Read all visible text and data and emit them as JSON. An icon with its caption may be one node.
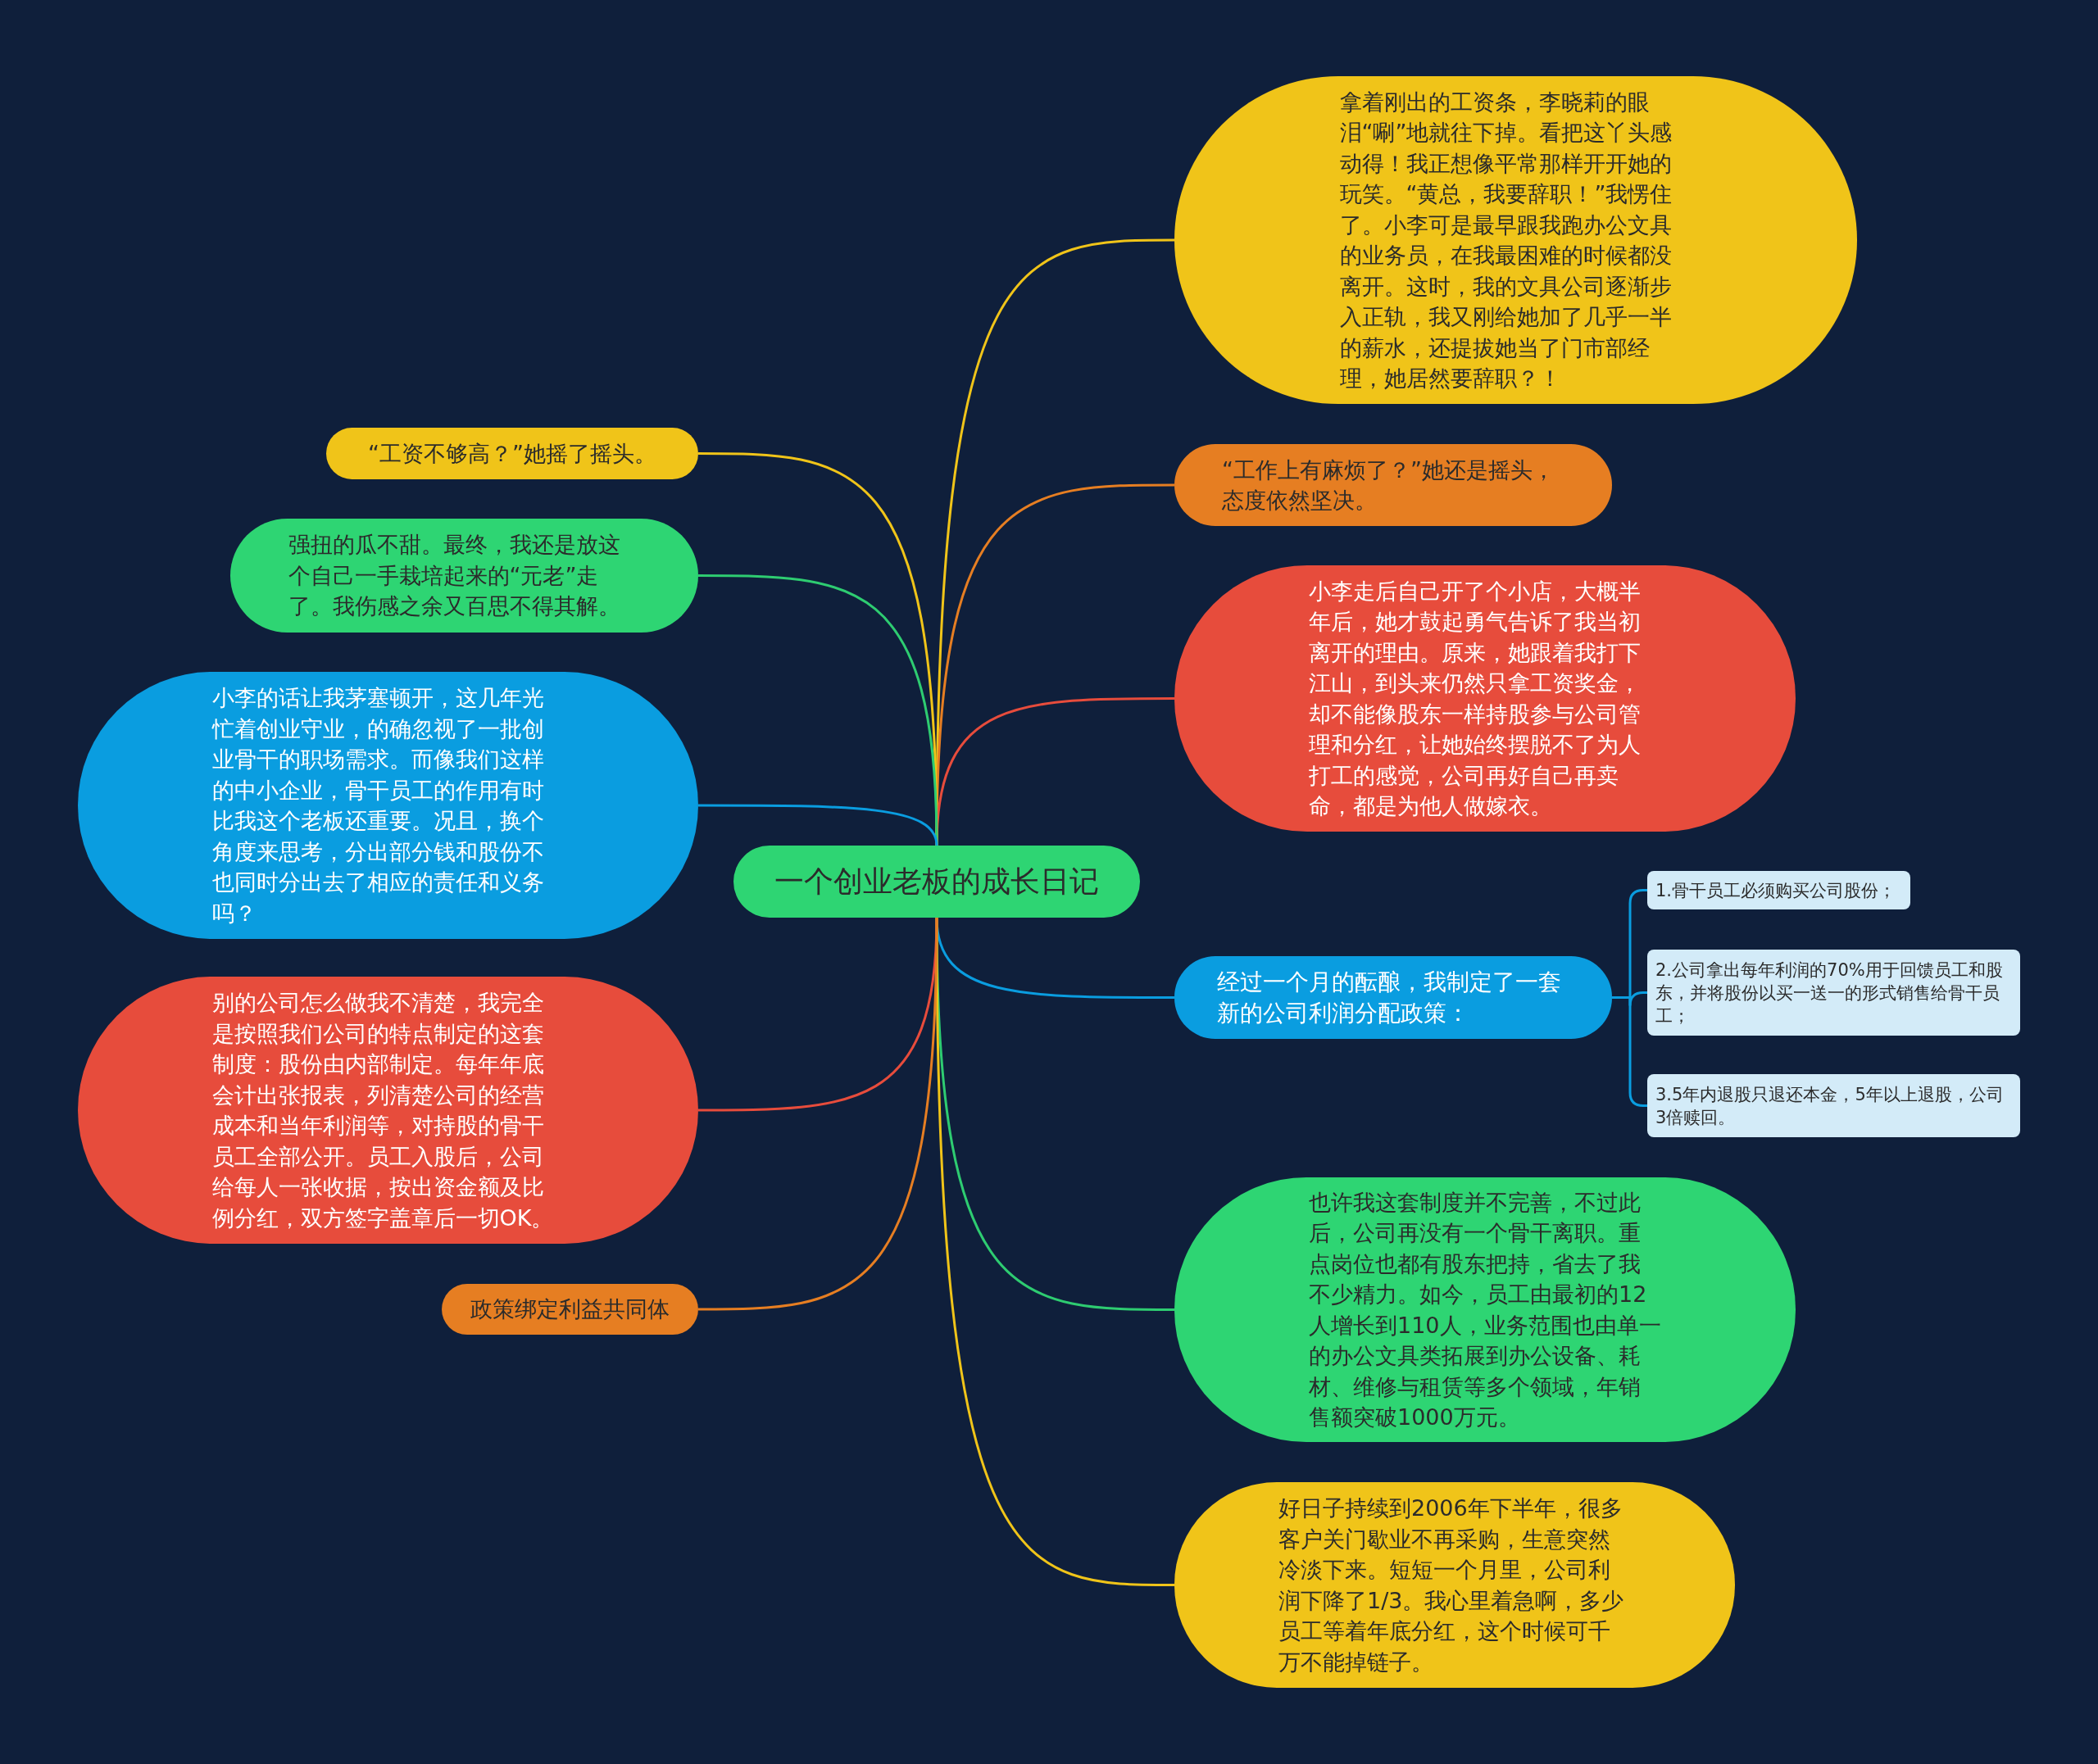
{
  "diagram": {
    "nodes": [
      {
        "text": [
          "一个创业老板的成长日记"
        ]
      },
      {
        "text": [
          "拿着刚出的工资条，李晓莉的眼泪“唰”地就往下掉。看把这丫头感动得！我正想像平常那样开开她的玩笑。“黄总，我要辞职！”我愣住了。小李可是最早跟我跑办公文具的业务员，在我最困难的时候都没离开。这时，我的文具公司逐渐步入正轨，我又刚给她加了几乎一半的薪水，还提拔她当了门市部经理，她居然要辞职？！"
        ]
      },
      {
        "text": [
          "“工作上有麻烦了？”她还是摇头，态度依然坚决。"
        ]
      },
      {
        "text": [
          "小李走后自己开了个小店，大概半年后，她才鼓起勇气告诉了我当初离开的理由。原来，她跟着我打下江山，到头来仍然只拿工资奖金，却不能像股东一样持股参与公司管理和分红，让她始终摆脱不了为人打工的感觉，公司再好自己再卖命，都是为他人做嫁衣。"
        ]
      },
      {
        "text": [
          "经过一个月的酝酿，我制定了一套新的公司利润分配政策："
        ]
      },
      {
        "text": [
          "1.骨干员工必须购买公司股份；"
        ]
      },
      {
        "text": [
          "2.公司拿出每年利润的70%用于回馈员工和股东，并将股份以买一送一的形式销售给骨干员工；"
        ]
      },
      {
        "text": [
          "3.5年内退股只退还本金，5年以上退股，公司3倍赎回。"
        ]
      },
      {
        "text": [
          "也许我这套制度并不完善，不过此后，公司再没有一个骨干离职。重点岗位也都有股东把持，省去了我不少精力。如今，员工由最初的12人增长到110人，业务范围也由单一的办公文具类拓展到办公设备、耗材、维修与租赁等多个领域，年销售额突破1000万元。"
        ]
      },
      {
        "text": [
          "好日子持续到2006年下半年，很多客户关门歇业不再采购，生意突然冷淡下来。短短一个月里，公司利润下降了1/3。我心里着急啊，多少员工等着年底分红，这个时候可千万不能掉链子。"
        ]
      },
      {
        "text": [
          "“工资不够高？”她摇了摇头。"
        ]
      },
      {
        "text": [
          "强扭的瓜不甜。最终，我还是放这个自己一手栽培起来的“元老”走了。我伤感之余又百思不得其解。"
        ]
      },
      {
        "text": [
          "小李的话让我茅塞顿开，这几年光忙着创业守业，的确忽视了一批创业骨干的职场需求。而像我们这样的中小企业，骨干员工的作用有时比我这个老板还重要。况且，换个角度来思考，分出部分钱和股份不也同时分出去了相应的责任和义务吗？"
        ]
      },
      {
        "text": [
          "别的公司怎么做我不清楚，我完全是按照我们公司的特点制定的这套制度：股份由内部制定。每年年底会计出张报表，列清楚公司的经营成本和当年利润等，对持股的骨干员工全部公开。员工入股后，公司给每人一张收据，按出资金额及比例分红，双方签字盖章后一切OK。"
        ]
      },
      {
        "text": [
          "政策绑定利益共同体"
        ]
      }
    ],
    "edges": [
      {
        "from": 0,
        "to": 1,
        "arrow": "none",
        "color": "#f0c419"
      },
      {
        "from": 0,
        "to": 2,
        "arrow": "none",
        "color": "#e67e22"
      },
      {
        "from": 0,
        "to": 3,
        "arrow": "none",
        "color": "#e74c3c"
      },
      {
        "from": 0,
        "to": 4,
        "arrow": "none"
      },
      {
        "from": 4,
        "to": 5,
        "arrow": "none"
      },
      {
        "from": 4,
        "to": 6,
        "arrow": "none"
      },
      {
        "from": 4,
        "to": 7,
        "arrow": "none"
      },
      {
        "from": 0,
        "to": 8,
        "arrow": "none",
        "color": "#2ecc71"
      },
      {
        "from": 0,
        "to": 9,
        "arrow": "none",
        "color": "#f0c419"
      },
      {
        "from": 0,
        "to": 10,
        "arrow": "none",
        "color": "#f0c419"
      },
      {
        "from": 0,
        "to": 11,
        "arrow": "none",
        "color": "#2ecc71"
      },
      {
        "from": 0,
        "to": 12,
        "arrow": "none"
      },
      {
        "from": 0,
        "to": 13,
        "arrow": "none",
        "color": "#e74c3c"
      },
      {
        "from": 0,
        "to": 14,
        "arrow": "none",
        "color": "#e67e22"
      }
    ]
  }
}
